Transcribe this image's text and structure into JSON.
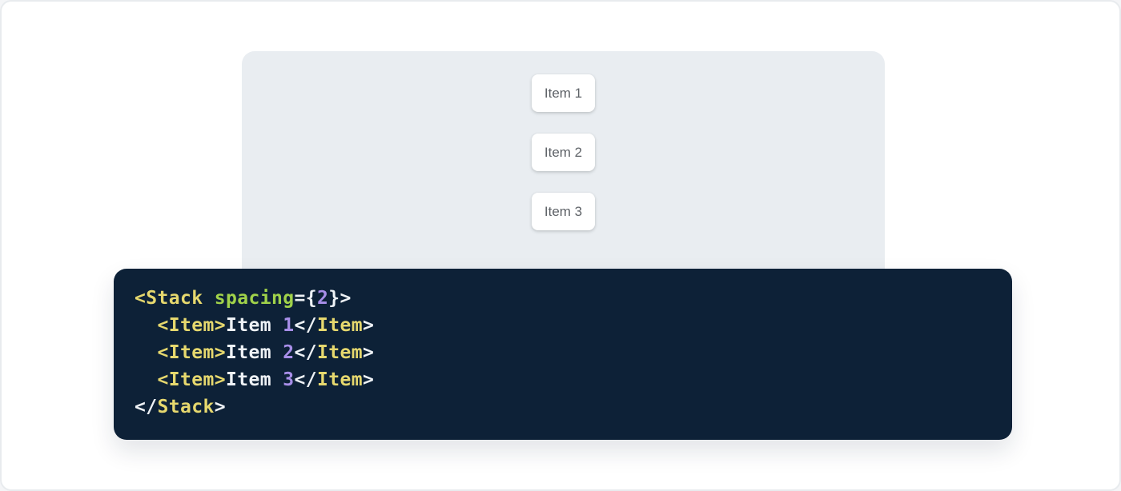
{
  "demo": {
    "panel_background": "#e9edf1",
    "card_background": "#ffffff",
    "card_text_color": "#5f6368",
    "items": [
      {
        "label": "Item 1"
      },
      {
        "label": "Item 2"
      },
      {
        "label": "Item 3"
      }
    ]
  },
  "code": {
    "background": "#0d2137",
    "colors": {
      "tag": "#e6d86e",
      "attr": "#a0d24a",
      "number": "#a78ee8",
      "plain": "#eef2f6"
    },
    "lines": [
      [
        {
          "text": "<Stack",
          "type": "tag"
        },
        {
          "text": " ",
          "type": "plain"
        },
        {
          "text": "spacing",
          "type": "attr"
        },
        {
          "text": "={",
          "type": "plain"
        },
        {
          "text": "2",
          "type": "number"
        },
        {
          "text": "}>",
          "type": "plain"
        }
      ],
      [
        {
          "text": "  ",
          "type": "plain"
        },
        {
          "text": "<Item>",
          "type": "tag"
        },
        {
          "text": "Item ",
          "type": "plain"
        },
        {
          "text": "1",
          "type": "number"
        },
        {
          "text": "</",
          "type": "plain"
        },
        {
          "text": "Item",
          "type": "tag"
        },
        {
          "text": ">",
          "type": "plain"
        }
      ],
      [
        {
          "text": "  ",
          "type": "plain"
        },
        {
          "text": "<Item>",
          "type": "tag"
        },
        {
          "text": "Item ",
          "type": "plain"
        },
        {
          "text": "2",
          "type": "number"
        },
        {
          "text": "</",
          "type": "plain"
        },
        {
          "text": "Item",
          "type": "tag"
        },
        {
          "text": ">",
          "type": "plain"
        }
      ],
      [
        {
          "text": "  ",
          "type": "plain"
        },
        {
          "text": "<Item>",
          "type": "tag"
        },
        {
          "text": "Item ",
          "type": "plain"
        },
        {
          "text": "3",
          "type": "number"
        },
        {
          "text": "</",
          "type": "plain"
        },
        {
          "text": "Item",
          "type": "tag"
        },
        {
          "text": ">",
          "type": "plain"
        }
      ],
      [
        {
          "text": "</",
          "type": "plain"
        },
        {
          "text": "Stack",
          "type": "tag"
        },
        {
          "text": ">",
          "type": "plain"
        }
      ]
    ]
  }
}
